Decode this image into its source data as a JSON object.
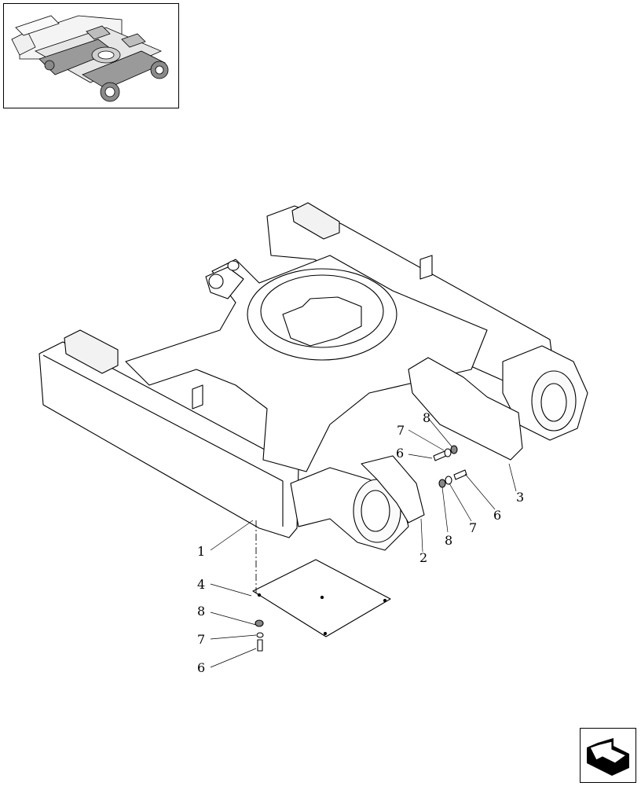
{
  "callouts": {
    "c1": "1",
    "c2": "2",
    "c3": "3",
    "c4": "4",
    "c6a": "6",
    "c6b": "6",
    "c6c": "6",
    "c7a": "7",
    "c7b": "7",
    "c7c": "7",
    "c8a": "8",
    "c8b": "8",
    "c8c": "8"
  },
  "icons": {
    "thumbnail": "machine-thumbnail-icon",
    "navigation": "return-arrow-icon"
  }
}
